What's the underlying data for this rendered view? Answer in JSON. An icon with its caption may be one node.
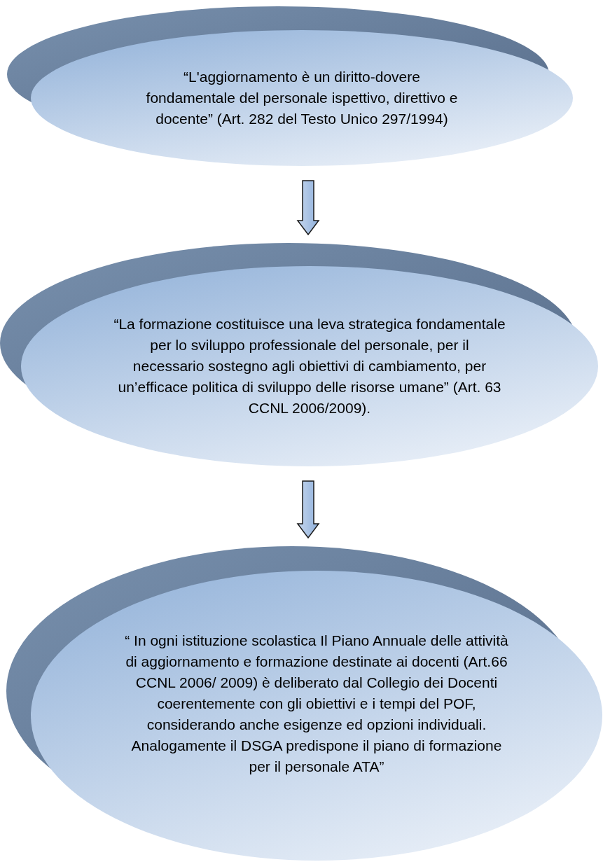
{
  "diagram": {
    "nodes": [
      {
        "text": [
          "“L'aggiornamento è un diritto-dovere fondamentale del personale ispettivo, direttivo e docente” (Art. 282 del Testo Unico 297/1994)"
        ]
      },
      {
        "text": [
          "“La formazione costituisce una leva strategica fondamentale per lo sviluppo professionale del personale, per il necessario sostegno agli obiettivi di cambiamento, per un’efficace politica di sviluppo delle risorse umane” (Art. 63 CCNL 2006/2009)."
        ]
      },
      {
        "text": [
          "“ In ogni istituzione scolastica Il Piano Annuale delle attività di aggiornamento e formazione destinate ai docenti (Art.66 CCNL 2006/ 2009) è deliberato dal Collegio dei Docenti coerentemente con gli obiettivi e i tempi del POF, considerando anche esigenze ed opzioni individuali. Analogamente il DSGA predispone il piano di formazione per il personale ATA”"
        ]
      }
    ],
    "edges": [
      {
        "from": 0,
        "to": 1,
        "arrow": "to"
      },
      {
        "from": 1,
        "to": 2,
        "arrow": "to"
      }
    ]
  }
}
